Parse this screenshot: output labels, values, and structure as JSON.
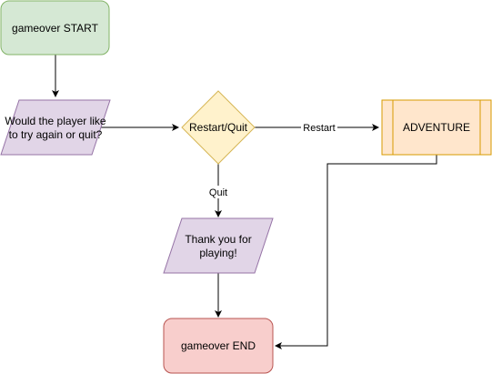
{
  "nodes": {
    "start": {
      "label": "gameover START",
      "shape": "rounded-rectangle",
      "fill": "#d5e8d4",
      "stroke": "#82b366"
    },
    "question": {
      "label_line1": "Would the player like",
      "label_line2": "to try again or quit?",
      "shape": "parallelogram",
      "fill": "#e1d5e7",
      "stroke": "#9673a6"
    },
    "decision": {
      "label": "Restart/Quit",
      "shape": "diamond",
      "fill": "#fff2cc",
      "stroke": "#d6b656"
    },
    "adventure": {
      "label": "ADVENTURE",
      "shape": "subprocess",
      "fill": "#ffe6cc",
      "stroke": "#d79b00"
    },
    "thanks": {
      "label_line1": "Thank you for",
      "label_line2": "playing!",
      "shape": "parallelogram",
      "fill": "#e1d5e7",
      "stroke": "#9673a6"
    },
    "end": {
      "label": "gameover END",
      "shape": "rounded-rectangle",
      "fill": "#f8cecc",
      "stroke": "#b85450"
    }
  },
  "edges": {
    "start_to_question": {
      "label": ""
    },
    "question_to_decision": {
      "label": ""
    },
    "decision_to_adventure": {
      "label": "Restart"
    },
    "decision_to_thanks": {
      "label": "Quit"
    },
    "thanks_to_end": {
      "label": ""
    },
    "adventure_to_end": {
      "label": ""
    }
  },
  "colors": {
    "edge": "#000000"
  }
}
